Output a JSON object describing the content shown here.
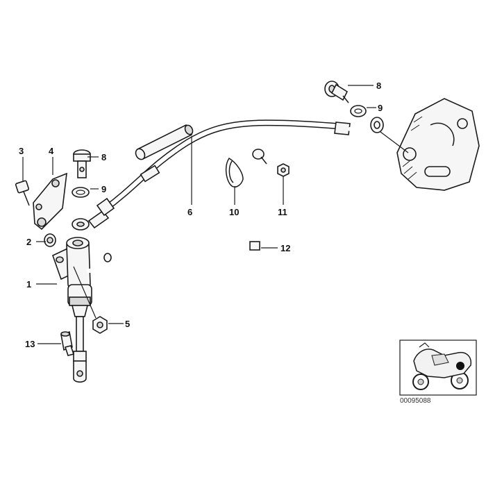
{
  "callouts": {
    "c1": "1",
    "c2": "2",
    "c3": "3",
    "c4": "4",
    "c5": "5",
    "c6": "6",
    "c8a": "8",
    "c8b": "8",
    "c9a": "9",
    "c9b": "9",
    "c10": "10",
    "c11": "11",
    "c12": "12",
    "c13": "13"
  },
  "reference_number": "00095088",
  "colors": {
    "line": "#1a1a1a",
    "background": "#ffffff",
    "shade": "#d9d9d9"
  }
}
